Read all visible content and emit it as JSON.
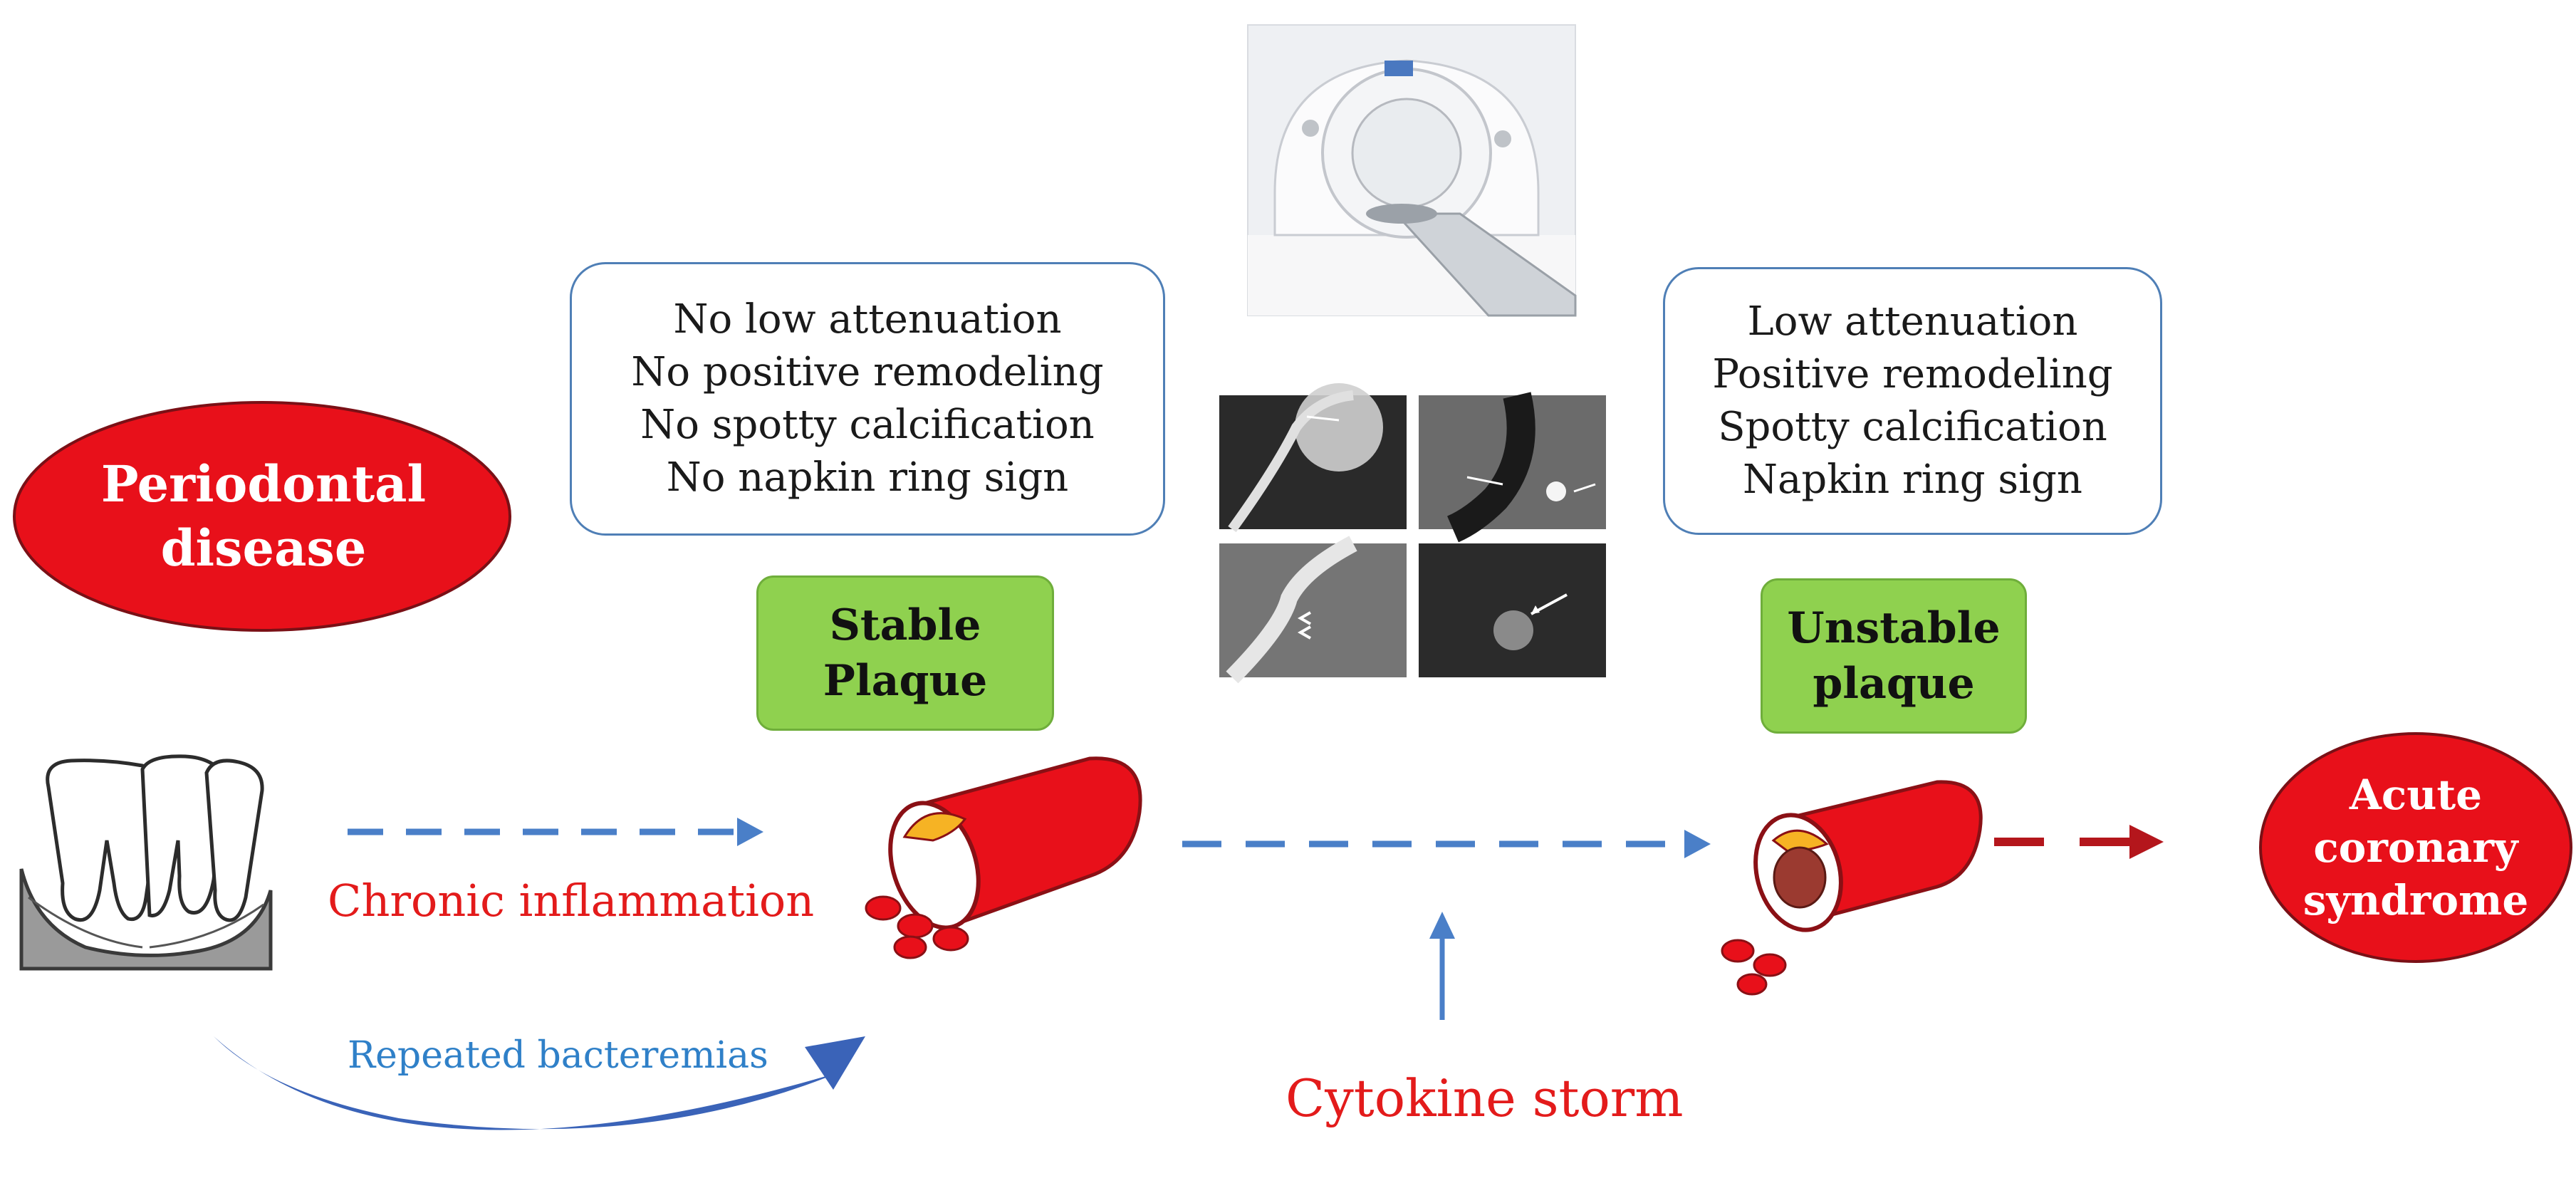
{
  "periodontal": {
    "label_line1": "Periodontal",
    "label_line2": "disease"
  },
  "stable_attributes": [
    "No low attenuation",
    "No positive remodeling",
    "No spotty calcification",
    "No napkin ring sign"
  ],
  "unstable_attributes": [
    "Low attenuation",
    "Positive remodeling",
    "Spotty calcification",
    "Napkin ring sign"
  ],
  "stable_plaque": {
    "line1": "Stable",
    "line2": "Plaque"
  },
  "unstable_plaque": {
    "line1": "Unstable",
    "line2": "plaque"
  },
  "acs": {
    "line1": "Acute",
    "line2": "coronary",
    "line3": "syndrome"
  },
  "labels": {
    "chronic_inflammation": "Chronic inflammation",
    "repeated_bacteremias": "Repeated bacteremias",
    "cytokine_storm": "Cytokine storm"
  },
  "colors": {
    "disease_red": "#e8101a",
    "label_red": "#e31b1b",
    "dash_blue": "#4a7fc8",
    "curve_blue": "#3a63b8",
    "dark_red_arrow": "#b4161c",
    "plaque_green": "#8fd14f",
    "box_border": "#4f7fb6",
    "lipid_yellow": "#f6b324"
  },
  "icons": [
    "tooth-icon",
    "ct-scanner-image",
    "ct-angiography-panels",
    "stable-artery-icon",
    "unstable-artery-icon"
  ]
}
